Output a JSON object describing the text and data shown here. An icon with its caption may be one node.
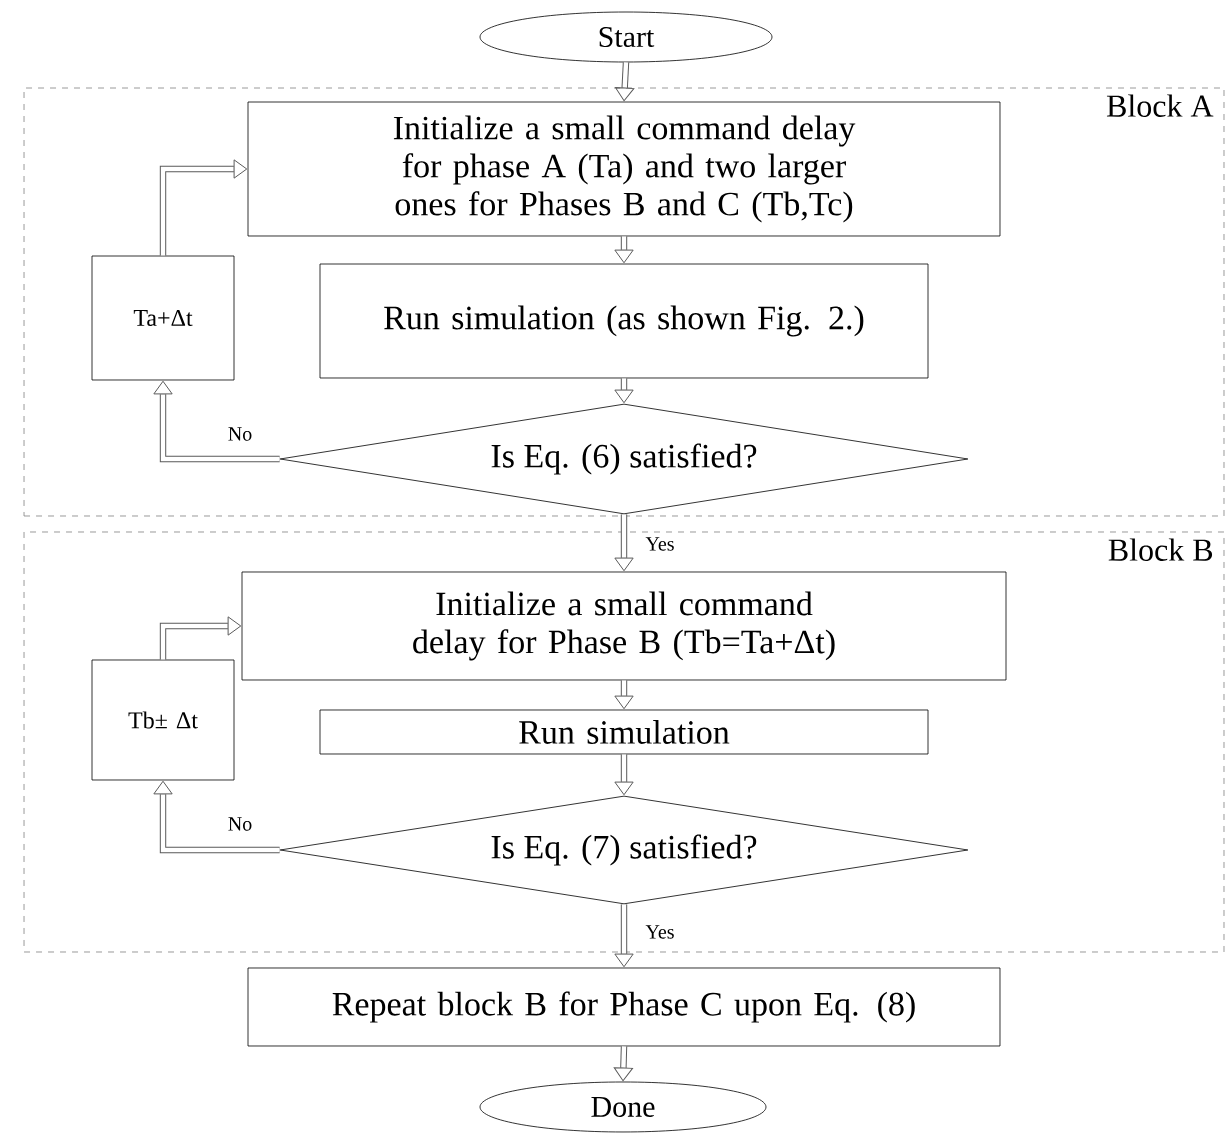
{
  "diagram": {
    "nodes": [
      {
        "text": [
          "Start"
        ]
      },
      {
        "text": [
          "Block A"
        ]
      },
      {
        "text": [
          "Initialize a small command delay for phase A (Ta)  and two larger ones for Phases B and C (Tb,Tc)"
        ],
        "in": 1
      },
      {
        "text": [
          "Ta+Δt"
        ],
        "in": 1
      },
      {
        "text": [
          "Run simulation (as shown Fig. 2.)"
        ],
        "in": 1
      },
      {
        "text": [
          "Is Eq. (6) satisfied?"
        ],
        "in": 1
      },
      {
        "text": [
          "Block B"
        ]
      },
      {
        "text": [
          "Initialize a small command delay for Phase B (Tb=Ta+Δt)"
        ],
        "in": 6
      },
      {
        "text": [
          "Tb± Δt"
        ],
        "in": 6
      },
      {
        "text": [
          "Run simulation"
        ],
        "in": 6
      },
      {
        "text": [
          "Is Eq. (7) satisfied?"
        ],
        "in": 6
      },
      {
        "text": [
          "Repeat block B for Phase C upon Eq. (8)"
        ]
      },
      {
        "text": [
          "Done"
        ]
      }
    ],
    "edges": [
      {
        "from": 0,
        "to": 2,
        "arrow": "to"
      },
      {
        "from": 2,
        "to": 4,
        "arrow": "to"
      },
      {
        "from": 4,
        "to": 5,
        "arrow": "to"
      },
      {
        "from": 5,
        "to": 3,
        "arrow": "to",
        "label": "No"
      },
      {
        "from": 3,
        "to": 2,
        "arrow": "to"
      },
      {
        "from": 5,
        "to": 7,
        "arrow": "to",
        "label": "Yes"
      },
      {
        "from": 7,
        "to": 9,
        "arrow": "to"
      },
      {
        "from": 9,
        "to": 10,
        "arrow": "to"
      },
      {
        "from": 10,
        "to": 8,
        "arrow": "to",
        "label": "No"
      },
      {
        "from": 8,
        "to": 7,
        "arrow": "to"
      },
      {
        "from": 10,
        "to": 11,
        "arrow": "to",
        "label": "Yes"
      },
      {
        "from": 11,
        "to": 12,
        "arrow": "to"
      }
    ]
  }
}
